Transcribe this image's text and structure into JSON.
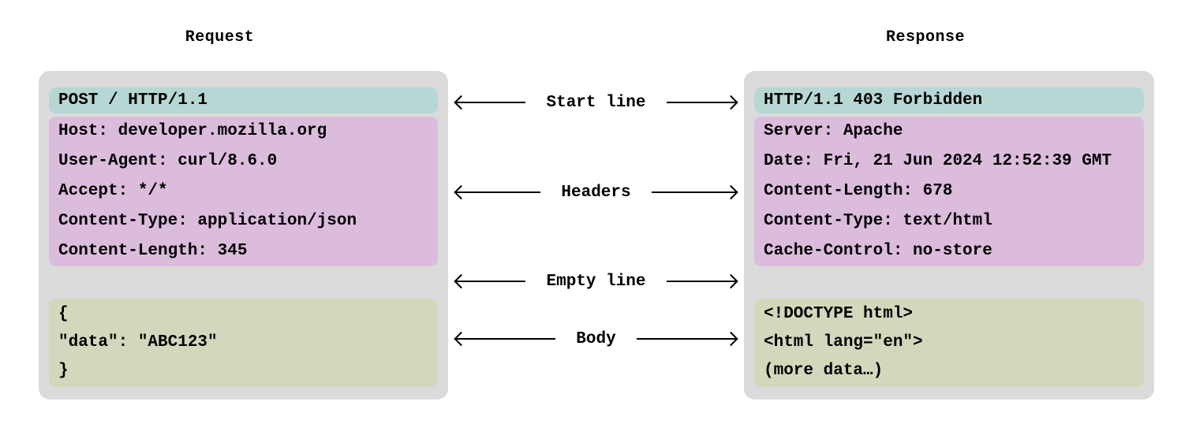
{
  "request": {
    "title": "Request",
    "start_line": "POST / HTTP/1.1",
    "headers": [
      "Host: developer.mozilla.org",
      "User-Agent: curl/8.6.0",
      "Accept: */*",
      "Content-Type: application/json",
      "Content-Length: 345"
    ],
    "body": [
      "{",
      "\"data\": \"ABC123\"",
      "}"
    ]
  },
  "response": {
    "title": "Response",
    "start_line": "HTTP/1.1 403 Forbidden",
    "headers": [
      "Server: Apache",
      "Date: Fri, 21 Jun 2024 12:52:39 GMT",
      "Content-Length: 678",
      "Content-Type: text/html",
      "Cache-Control: no-store"
    ],
    "body": [
      "<!DOCTYPE html>",
      "<html lang=\"en\">",
      "(more data…)"
    ]
  },
  "labels": {
    "start_line": "Start line",
    "headers": "Headers",
    "empty_line": "Empty line",
    "body": "Body"
  },
  "colors": {
    "panel_bg": "#dbdbdb",
    "start_line_bg": "#b7d7d4",
    "headers_bg": "#dcbcdd",
    "body_bg": "#d4d7bb",
    "arrow": "#000000",
    "text": "#000000"
  }
}
